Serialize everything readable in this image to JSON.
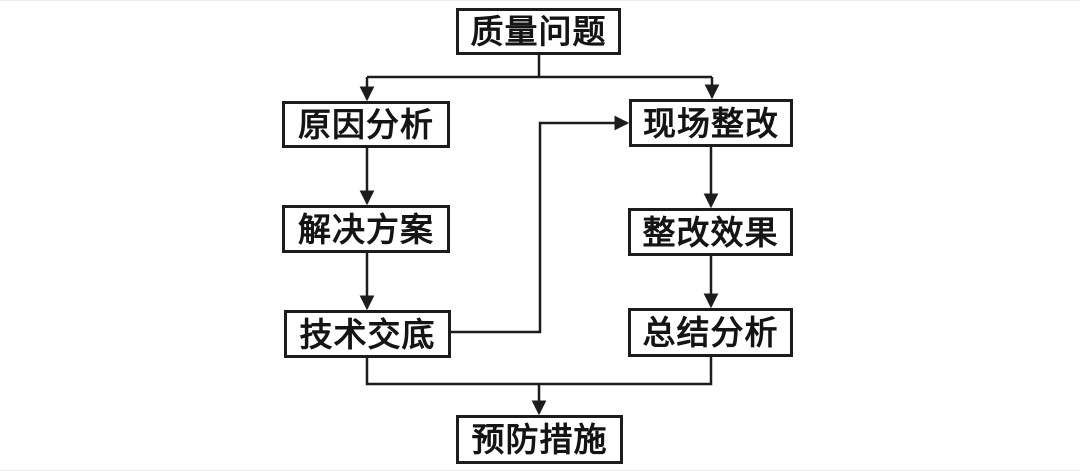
{
  "diagram": {
    "type": "flowchart",
    "nodes": {
      "quality_issue": {
        "label": "质量问题"
      },
      "cause_analysis": {
        "label": "原因分析"
      },
      "solution": {
        "label": "解决方案"
      },
      "technical_disclosure": {
        "label": "技术交底"
      },
      "site_rectification": {
        "label": "现场整改"
      },
      "rectification_effect": {
        "label": "整改效果"
      },
      "summary_analysis": {
        "label": "总结分析"
      },
      "preventive_measures": {
        "label": "预防措施"
      }
    },
    "edges": [
      {
        "from": "quality_issue",
        "to": "cause_analysis"
      },
      {
        "from": "quality_issue",
        "to": "site_rectification"
      },
      {
        "from": "cause_analysis",
        "to": "solution"
      },
      {
        "from": "solution",
        "to": "technical_disclosure"
      },
      {
        "from": "technical_disclosure",
        "to": "site_rectification"
      },
      {
        "from": "site_rectification",
        "to": "rectification_effect"
      },
      {
        "from": "rectification_effect",
        "to": "summary_analysis"
      },
      {
        "from": "technical_disclosure",
        "to": "preventive_measures"
      },
      {
        "from": "summary_analysis",
        "to": "preventive_measures"
      }
    ],
    "colors": {
      "line": "#1c1c1c",
      "box_border": "#1c1c1c",
      "box_background": "#ffffff",
      "text": "#141414",
      "page_background": "#ffffff"
    }
  }
}
